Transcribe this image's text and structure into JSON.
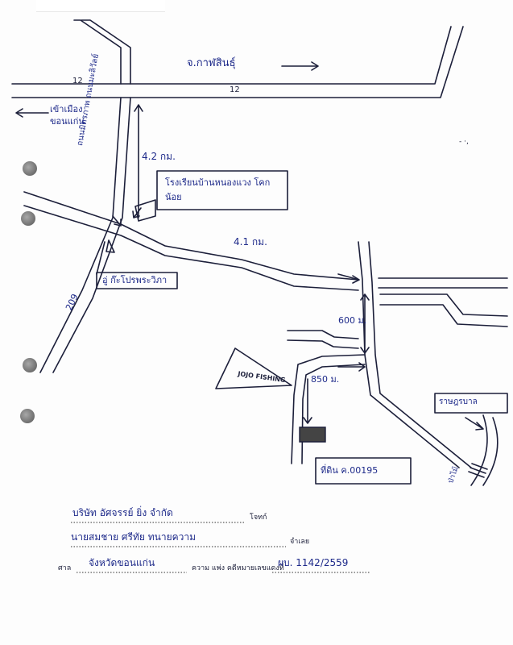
{
  "map": {
    "highway_top_left": "12",
    "highway_top_center": "12",
    "to_kalasin": "จ.กาฬสินธุ์",
    "to_khonkaen": "เข้าเมือง ขอนแก่น",
    "vertical_road_name": "ถนนมิตรภาพ ถนนมะลิวัลย์",
    "dist_42": "4.2 กม.",
    "school_label": "โรงเรียนบ้านหนองแวง โคกน้อย",
    "temple_label": "อู่ ก๊ะโปรพระวิภา",
    "dist_41": "4.1 กม.",
    "road_209": "209",
    "dist_600": "600 ม.",
    "jojo_label": "JOJO FISHING",
    "dist_850": "850 ม.",
    "sanamyana_label": "ราษฎรบาล",
    "plot_label": "ที่ดิน ค.00195",
    "bottom_right_label": "ป่าไม้"
  },
  "form": {
    "company_value": "บริษัท อัศจรรย์ ยิ่ง จำกัด",
    "company_suffix": "โจทก์",
    "defendant_value": "นายสมชาย ศรีทัย ทนายความ",
    "defendant_suffix": "จำเลย",
    "court_prefix": "ศาล",
    "court_value": "จังหวัดขอนแก่น",
    "case_prefix": "ความ แพ่ง คดีหมายเลขแดงที่",
    "case_value": "ผบ. 1142/2559"
  }
}
